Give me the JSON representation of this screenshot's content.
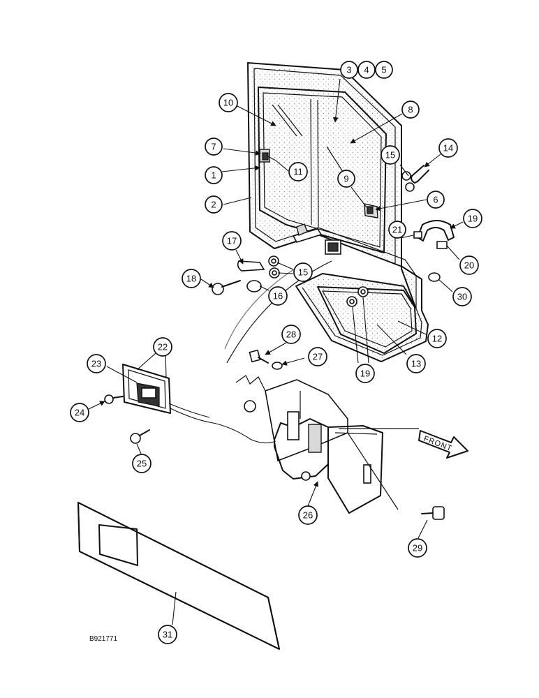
{
  "diagram": {
    "drawing_number": "B921771",
    "direction_label": "FRONT",
    "callouts": [
      "1",
      "2",
      "3",
      "4",
      "5",
      "6",
      "7",
      "8",
      "9",
      "10",
      "11",
      "12",
      "13",
      "14",
      "15",
      "15",
      "16",
      "17",
      "18",
      "19",
      "19",
      "20",
      "21",
      "22",
      "23",
      "24",
      "25",
      "26",
      "27",
      "28",
      "29",
      "30",
      "31"
    ]
  }
}
